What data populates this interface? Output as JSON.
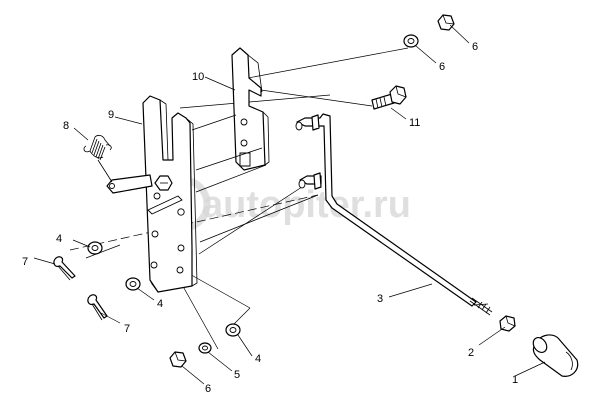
{
  "diagram": {
    "watermark": "autopiter.ru",
    "callouts": {
      "c1": "1",
      "c2": "2",
      "c3": "3",
      "c4a": "4",
      "c4b": "4",
      "c4c": "4",
      "c5": "5",
      "c6a": "6",
      "c6b": "6",
      "c6c": "6",
      "c7a": "7",
      "c7b": "7",
      "c8": "8",
      "c9": "9",
      "c10": "10",
      "c11": "11"
    }
  }
}
